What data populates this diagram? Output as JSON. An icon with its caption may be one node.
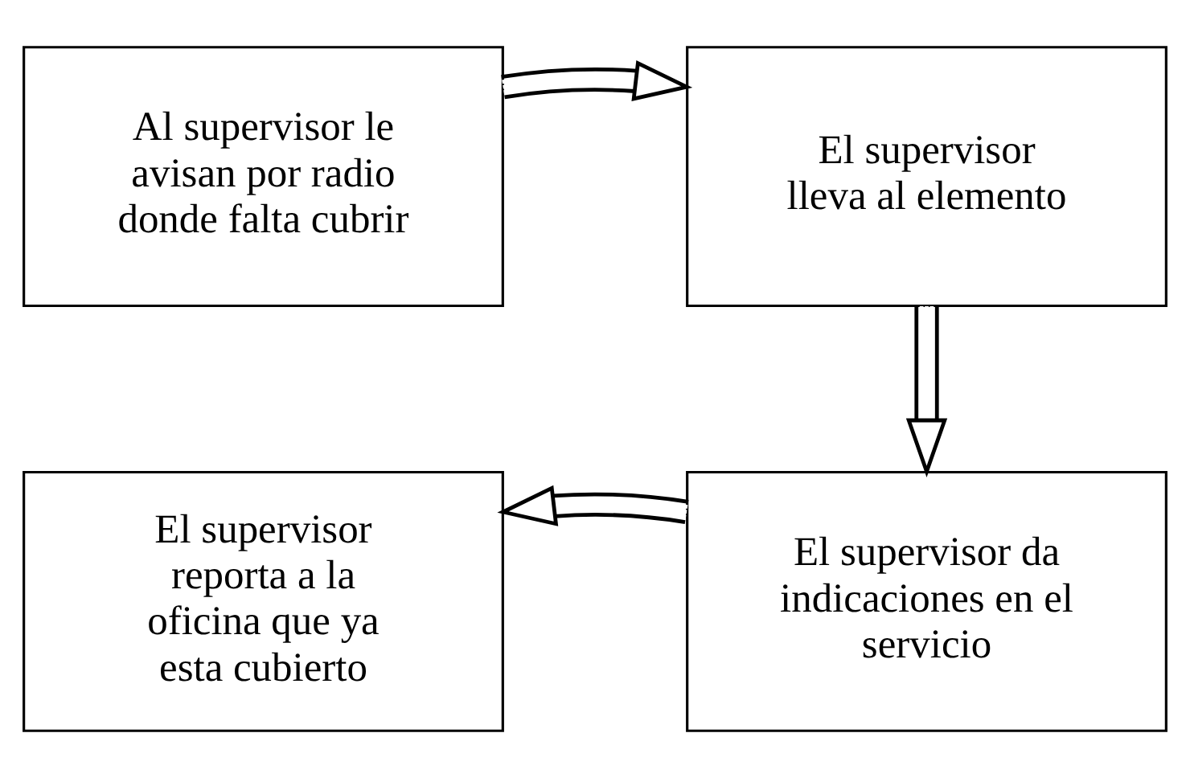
{
  "diagram": {
    "nodes": [
      {
        "text": [
          "Al supervisor le avisan por radio donde falta cubrir"
        ]
      },
      {
        "text": [
          "El supervisor lleva al elemento"
        ]
      },
      {
        "text": [
          "El supervisor da indicaciones en el servicio"
        ]
      },
      {
        "text": [
          "El supervisor reporta a la oficina que ya esta cubierto"
        ]
      }
    ],
    "edges": [
      {
        "from": 0,
        "to": 1,
        "arrow": "to"
      },
      {
        "from": 1,
        "to": 2,
        "arrow": "to"
      },
      {
        "from": 2,
        "to": 3,
        "arrow": "to"
      }
    ]
  }
}
